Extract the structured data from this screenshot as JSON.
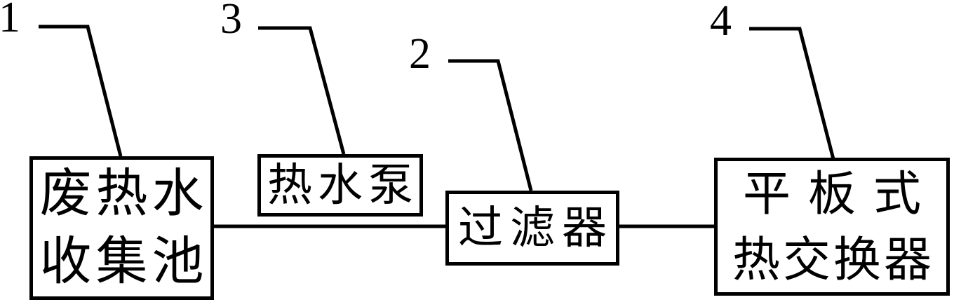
{
  "figure": {
    "type": "block-diagram",
    "background_color": "#ffffff",
    "line_color": "#000000",
    "nodes": [
      {
        "id": "waste-hot-water-collection-pool",
        "ref_label": "1",
        "lines": [
          "废热水",
          "收集池"
        ]
      },
      {
        "id": "hot-water-pump",
        "ref_label": "3",
        "lines": [
          "热水泵"
        ]
      },
      {
        "id": "filter",
        "ref_label": "2",
        "lines": [
          "过滤器"
        ]
      },
      {
        "id": "plate-heat-exchanger",
        "ref_label": "4",
        "lines": [
          "平 板 式",
          "热交换器"
        ]
      }
    ],
    "connections": [
      {
        "from": "waste-hot-water-collection-pool",
        "to": "filter"
      },
      {
        "from": "filter",
        "to": "plate-heat-exchanger"
      }
    ]
  }
}
